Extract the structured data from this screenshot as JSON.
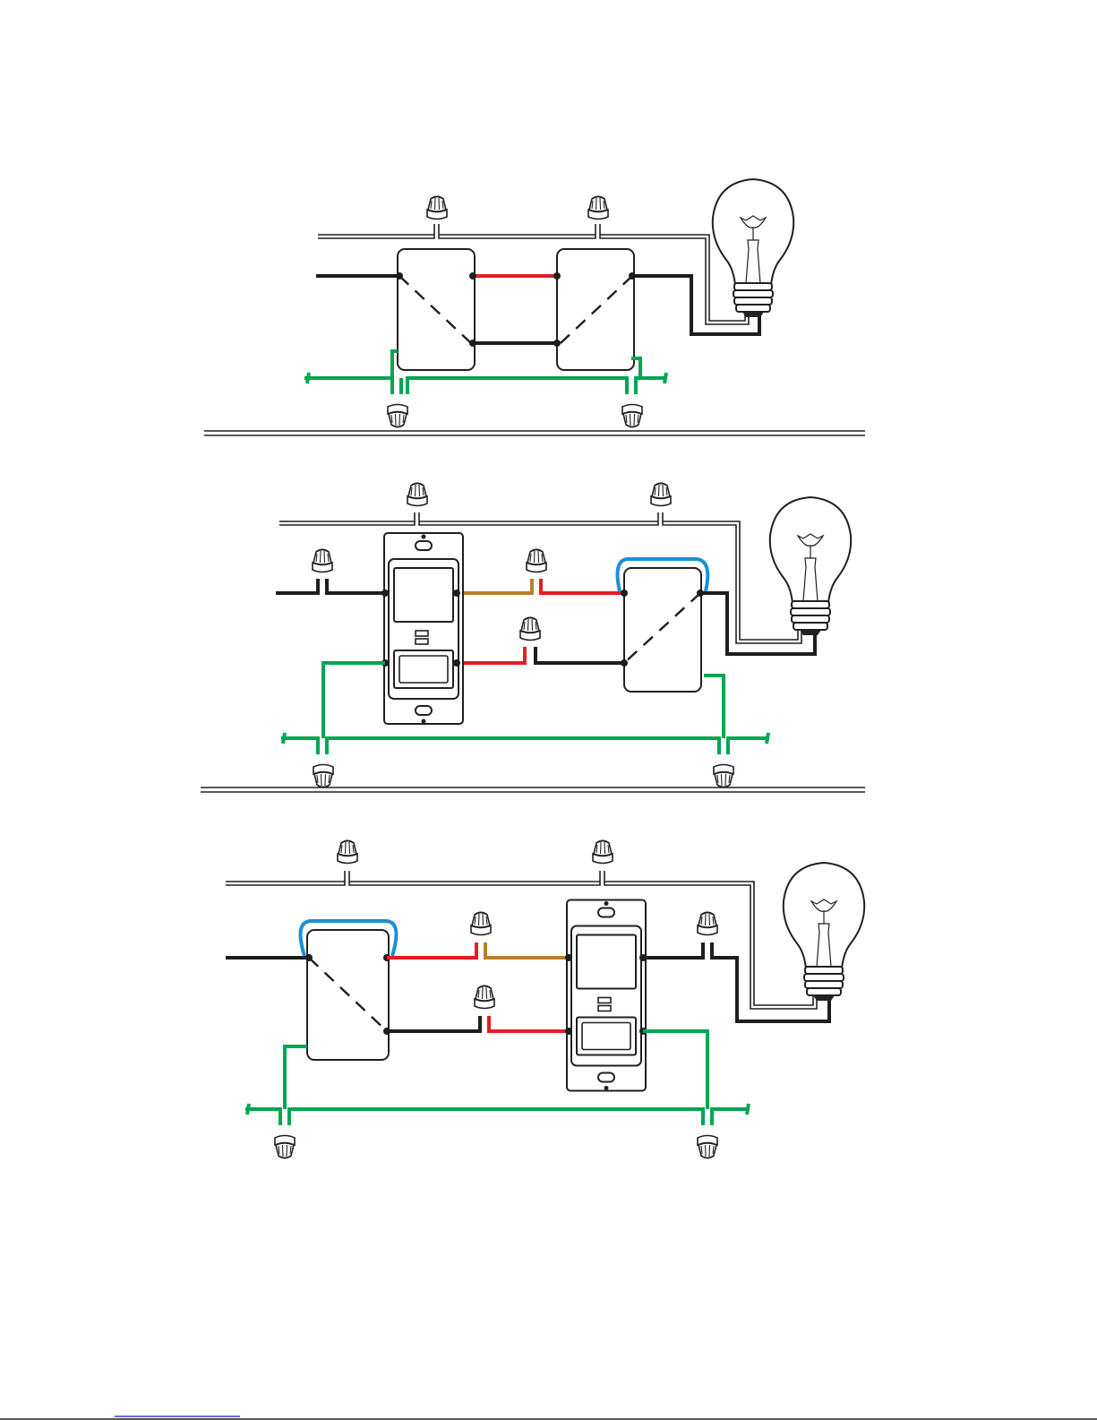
{
  "colors": {
    "black": "#1e1e1e",
    "red": "#e31e24",
    "green": "#00a651",
    "brown": "#b87f2a",
    "blue": "#1b8fd6",
    "neutral_outline": "#231f20",
    "link_underline": "#3b3bd6"
  },
  "icons": [
    "light-bulb-icon",
    "wire-nut-icon",
    "three-way-switch-icon",
    "occupancy-sensor-switch-icon"
  ],
  "diagrams": [
    {
      "id": "standard-three-way",
      "switch_left": "three-way-switch",
      "switch_right": "three-way-switch"
    },
    {
      "id": "sensor-line-side",
      "switch_left": "occupancy-sensor-switch",
      "switch_right": "three-way-switch"
    },
    {
      "id": "sensor-load-side",
      "switch_left": "three-way-switch",
      "switch_right": "occupancy-sensor-switch"
    }
  ]
}
